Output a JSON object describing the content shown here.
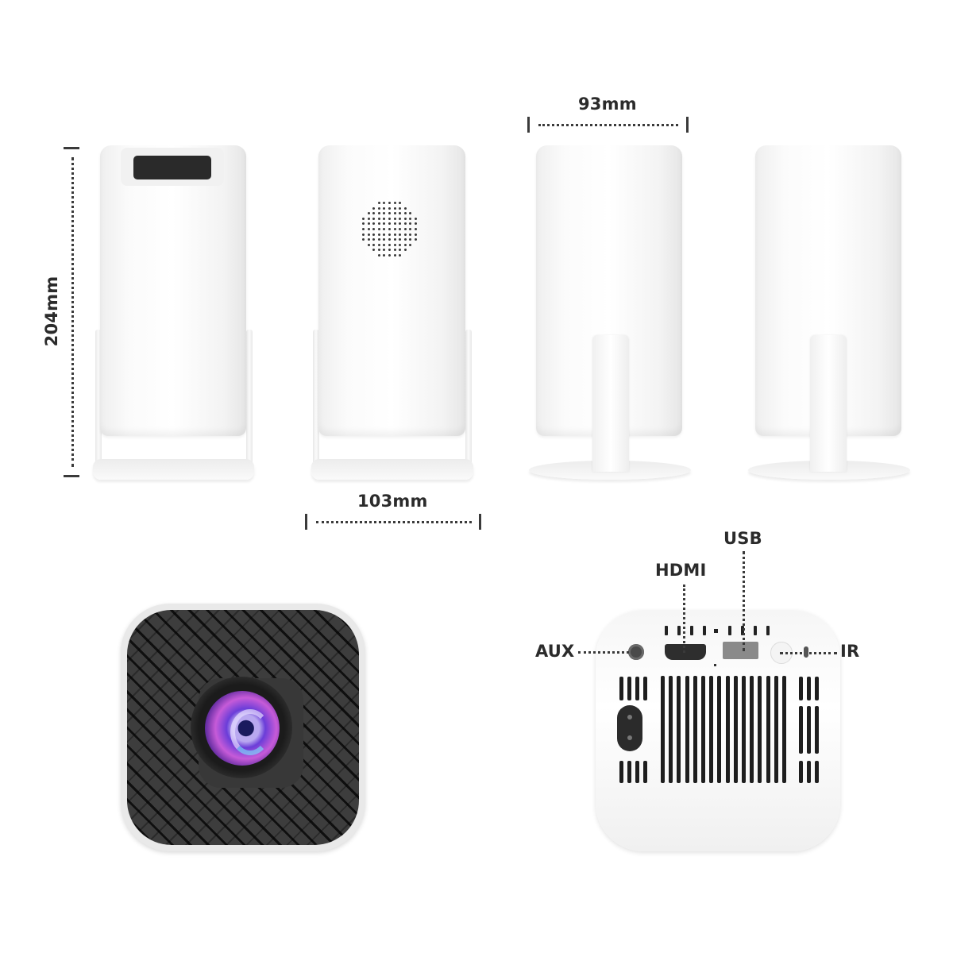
{
  "dimensions": {
    "height_label": "204mm",
    "width_label": "103mm",
    "depth_label": "93mm"
  },
  "views": [
    {
      "name": "front-view",
      "feature": "lens-window"
    },
    {
      "name": "back-view",
      "feature": "speaker-grille"
    },
    {
      "name": "left-side-view",
      "feature": "stand-stem"
    },
    {
      "name": "right-side-view",
      "feature": "stand-stem"
    },
    {
      "name": "lens-face-view",
      "feature": "purple-lens"
    },
    {
      "name": "port-panel-view",
      "feature": "io-ports"
    }
  ],
  "ports": {
    "aux": "AUX",
    "hdmi": "HDMI",
    "usb": "USB",
    "ir": "IR"
  },
  "colors": {
    "body": "#ffffff",
    "label_text": "#2b2b2b",
    "grille_dark": "#3a3a3a",
    "lens_accent": "#6a3dd8"
  }
}
